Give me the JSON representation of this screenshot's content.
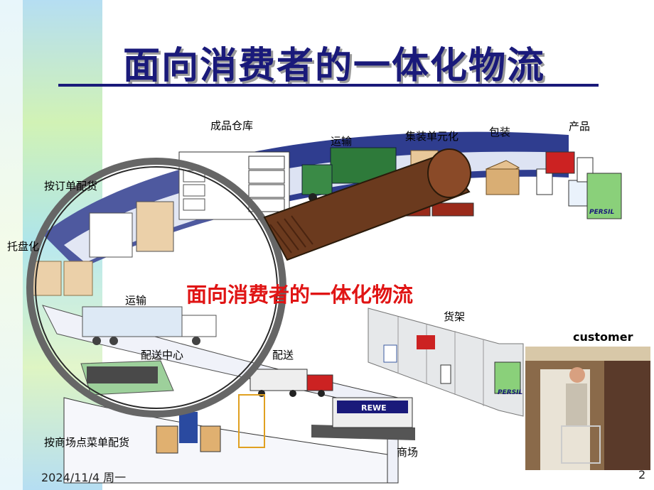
{
  "title": "面向消费者的一体化物流",
  "center_title": "面向消费者的一体化物流",
  "labels": {
    "warehouse": "成品仓库",
    "transport_top": "运输",
    "unitization": "集装单元化",
    "packaging": "包装",
    "product": "产品",
    "order_picking": "按订单配货",
    "palletizing": "托盘化",
    "transport_left": "运输",
    "distribution_center": "配送中心",
    "delivery": "配送",
    "shelf": "货架",
    "customer": "customer",
    "store_picking": "按商场点菜单配货",
    "mall": "商场"
  },
  "store_sign": "REWE",
  "brand_label": "PERSIL",
  "brand_label_shelf": "PERSIL",
  "footer": {
    "date": "2024/11/4 周一",
    "page": "2"
  },
  "colors": {
    "title": "#1a1a7a",
    "accent_red": "#e01414",
    "road_blue": "#2f3d8f"
  }
}
